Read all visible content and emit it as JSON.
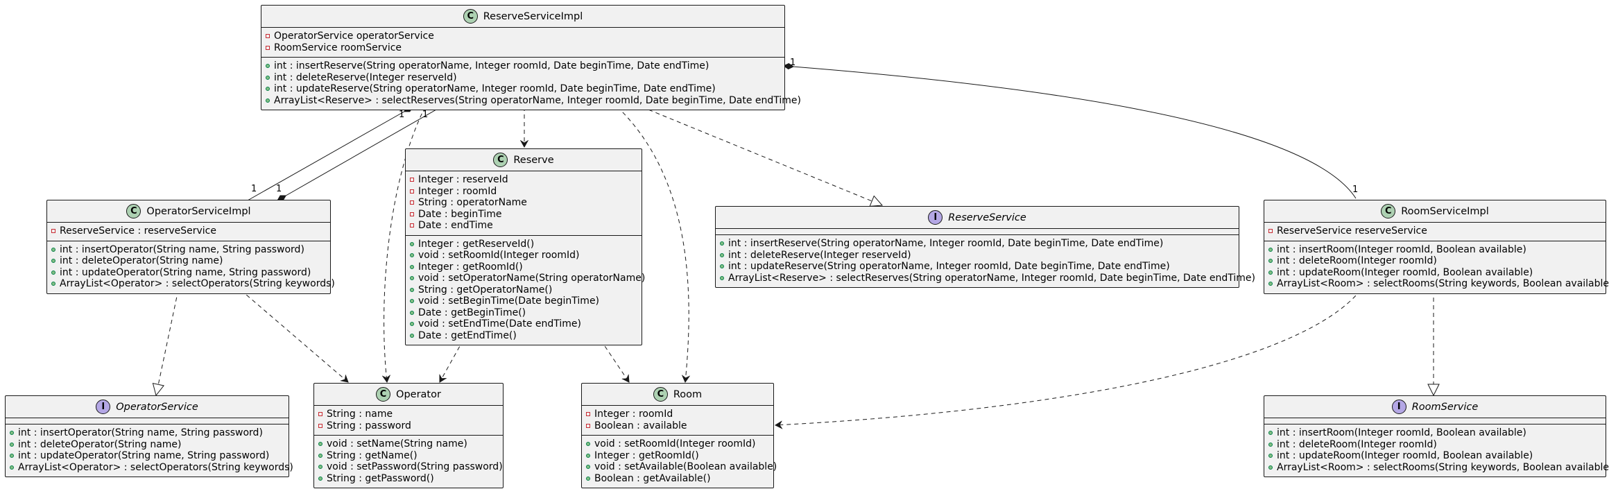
{
  "classes": {
    "reserve_service_impl": {
      "name": "ReserveServiceImpl",
      "stereotype": "C",
      "fields": [
        {
          "vis": "private",
          "text": "OperatorService operatorService"
        },
        {
          "vis": "private",
          "text": "RoomService roomService"
        }
      ],
      "methods": [
        {
          "vis": "public",
          "text": "int : insertReserve(String operatorName, Integer roomId, Date beginTime, Date endTime)"
        },
        {
          "vis": "public",
          "text": "int : deleteReserve(Integer reserveId)"
        },
        {
          "vis": "public",
          "text": "int : updateReserve(String operatorName, Integer roomId, Date beginTime, Date endTime)"
        },
        {
          "vis": "public",
          "text": "ArrayList<Reserve> : selectReserves(String operatorName, Integer roomId, Date beginTime, Date endTime)"
        }
      ]
    },
    "reserve": {
      "name": "Reserve",
      "stereotype": "C",
      "fields": [
        {
          "vis": "private",
          "text": "Integer : reserveId"
        },
        {
          "vis": "private",
          "text": "Integer : roomId"
        },
        {
          "vis": "private",
          "text": "String : operatorName"
        },
        {
          "vis": "private",
          "text": "Date : beginTime"
        },
        {
          "vis": "private",
          "text": "Date : endTime"
        }
      ],
      "methods": [
        {
          "vis": "public",
          "text": "Integer : getReserveId()"
        },
        {
          "vis": "public",
          "text": "void : setRoomId(Integer roomId)"
        },
        {
          "vis": "public",
          "text": "Integer : getRoomId()"
        },
        {
          "vis": "public",
          "text": "void : setOperatorName(String operatorName)"
        },
        {
          "vis": "public",
          "text": "String : getOperatorName()"
        },
        {
          "vis": "public",
          "text": "void : setBeginTime(Date beginTime)"
        },
        {
          "vis": "public",
          "text": "Date : getBeginTime()"
        },
        {
          "vis": "public",
          "text": "void : setEndTime(Date endTime)"
        },
        {
          "vis": "public",
          "text": "Date : getEndTime()"
        }
      ]
    },
    "operator_service_impl": {
      "name": "OperatorServiceImpl",
      "stereotype": "C",
      "fields": [
        {
          "vis": "private",
          "text": "ReserveService : reserveService"
        }
      ],
      "methods": [
        {
          "vis": "public",
          "text": "int : insertOperator(String name, String password)"
        },
        {
          "vis": "public",
          "text": "int : deleteOperator(String name)"
        },
        {
          "vis": "public",
          "text": "int : updateOperator(String name, String password)"
        },
        {
          "vis": "public",
          "text": "ArrayList<Operator> : selectOperators(String keywords)"
        }
      ]
    },
    "reserve_service": {
      "name": "ReserveService",
      "stereotype": "I",
      "fields": [],
      "methods": [
        {
          "vis": "public",
          "text": "int : insertReserve(String operatorName, Integer roomId, Date beginTime, Date endTime)"
        },
        {
          "vis": "public",
          "text": "int : deleteReserve(Integer reserveId)"
        },
        {
          "vis": "public",
          "text": "int : updateReserve(String operatorName, Integer roomId, Date beginTime, Date endTime)"
        },
        {
          "vis": "public",
          "text": "ArrayList<Reserve> : selectReserves(String operatorName, Integer roomId, Date beginTime, Date endTime)"
        }
      ]
    },
    "room_service_impl": {
      "name": "RoomServiceImpl",
      "stereotype": "C",
      "fields": [
        {
          "vis": "private",
          "text": "ReserveService reserveService"
        }
      ],
      "methods": [
        {
          "vis": "public",
          "text": "int : insertRoom(Integer roomId, Boolean available)"
        },
        {
          "vis": "public",
          "text": "int : deleteRoom(Integer roomId)"
        },
        {
          "vis": "public",
          "text": "int : updateRoom(Integer roomId, Boolean available)"
        },
        {
          "vis": "public",
          "text": "ArrayList<Room> : selectRooms(String keywords, Boolean available)"
        }
      ]
    },
    "operator_service": {
      "name": "OperatorService",
      "stereotype": "I",
      "fields": [],
      "methods": [
        {
          "vis": "public",
          "text": "int : insertOperator(String name, String password)"
        },
        {
          "vis": "public",
          "text": "int : deleteOperator(String name)"
        },
        {
          "vis": "public",
          "text": "int : updateOperator(String name, String password)"
        },
        {
          "vis": "public",
          "text": "ArrayList<Operator> : selectOperators(String keywords)"
        }
      ]
    },
    "operator": {
      "name": "Operator",
      "stereotype": "C",
      "fields": [
        {
          "vis": "private",
          "text": "String : name"
        },
        {
          "vis": "private",
          "text": "String : password"
        }
      ],
      "methods": [
        {
          "vis": "public",
          "text": "void : setName(String name)"
        },
        {
          "vis": "public",
          "text": "String : getName()"
        },
        {
          "vis": "public",
          "text": "void : setPassword(String password)"
        },
        {
          "vis": "public",
          "text": "String : getPassword()"
        }
      ]
    },
    "room": {
      "name": "Room",
      "stereotype": "C",
      "fields": [
        {
          "vis": "private",
          "text": "Integer : roomId"
        },
        {
          "vis": "private",
          "text": "Boolean : available"
        }
      ],
      "methods": [
        {
          "vis": "public",
          "text": "void : setRoomId(Integer roomId)"
        },
        {
          "vis": "public",
          "text": "Integer : getRoomId()"
        },
        {
          "vis": "public",
          "text": "void : setAvailable(Boolean available)"
        },
        {
          "vis": "public",
          "text": "Boolean : getAvailable()"
        }
      ]
    },
    "room_service": {
      "name": "RoomService",
      "stereotype": "I",
      "fields": [],
      "methods": [
        {
          "vis": "public",
          "text": "int : insertRoom(Integer roomId, Boolean available)"
        },
        {
          "vis": "public",
          "text": "int : deleteRoom(Integer roomId)"
        },
        {
          "vis": "public",
          "text": "int : updateRoom(Integer roomId, Boolean available)"
        },
        {
          "vis": "public",
          "text": "ArrayList<Room> : selectRooms(String keywords, Boolean available)"
        }
      ]
    }
  },
  "multiplicities": {
    "rsi_to_room_impl": "1",
    "room_impl_end": "1",
    "rsi_op_a": "1",
    "rsi_op_b": "1",
    "op_end_a": "1",
    "op_end_b": "1"
  },
  "colors": {
    "class_fill": "#f1f1f1",
    "border": "#181818",
    "class_badge": "#add1b2",
    "interface_badge": "#b4a7e5",
    "private_marker": "#c82930",
    "public_marker": "#84be84"
  }
}
